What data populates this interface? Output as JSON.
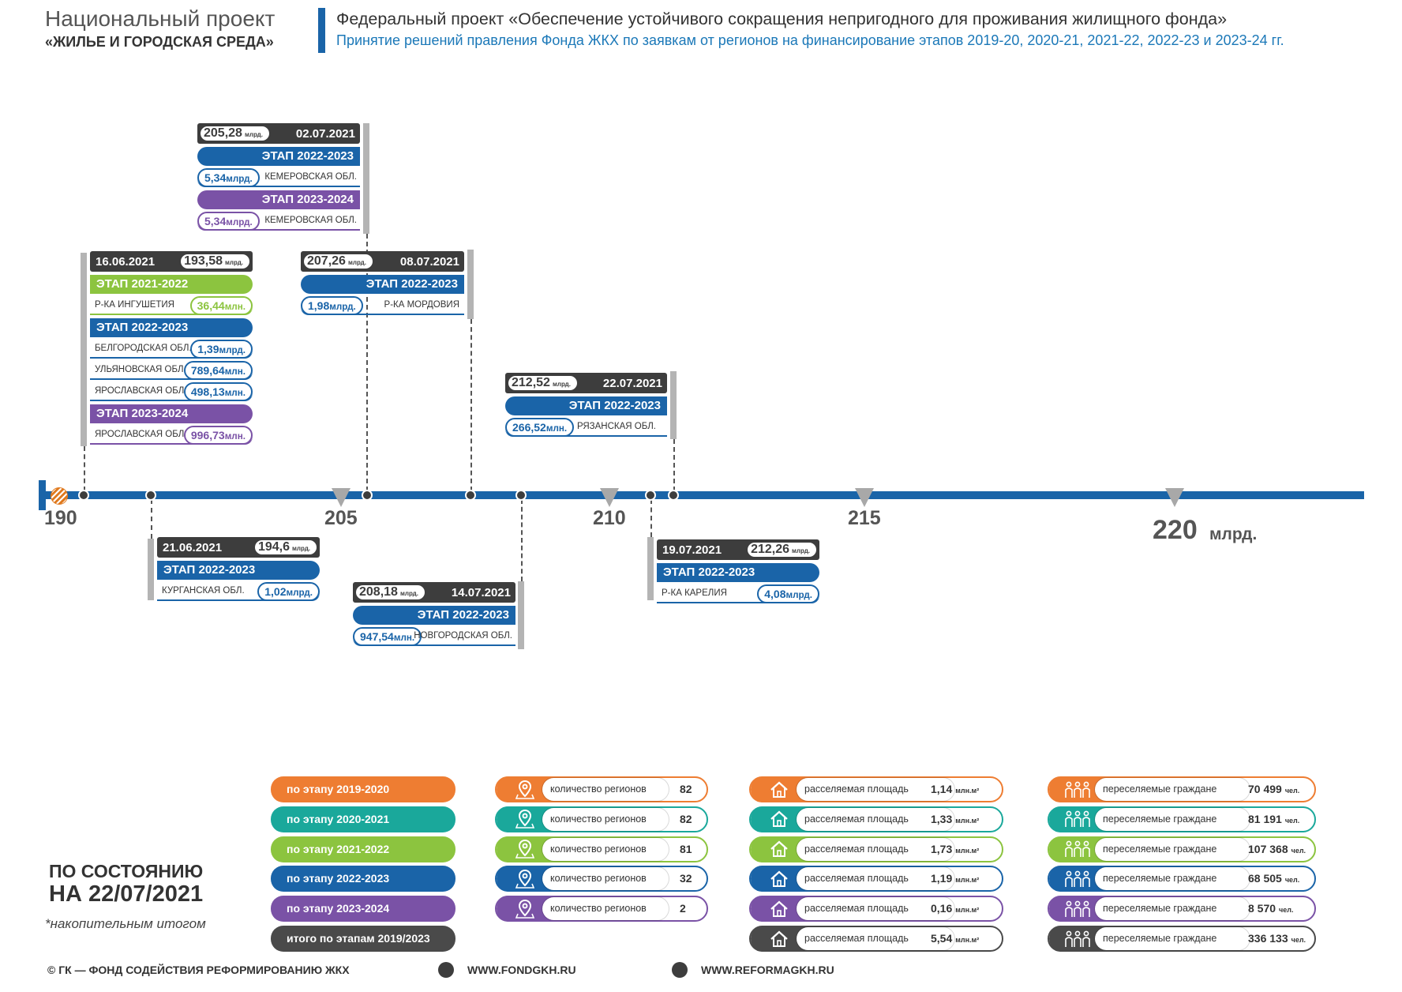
{
  "header": {
    "national": "Национальный проект",
    "national_sub": "«ЖИЛЬЕ И ГОРОДСКАЯ СРЕДА»",
    "federal": "Федеральный проект «Обеспечение устойчивого сокращения  непригодного для проживания жилищного фонда»",
    "decision": "Принятие  решений правления Фонда ЖКХ по заявкам  от регионов на финансирование этапов 2019-20, 2020-21, 2021-22, 2022-23 и 2023-24 гг."
  },
  "axis": {
    "labels": [
      "190",
      "205",
      "210",
      "215",
      "220"
    ],
    "unit": "млрд."
  },
  "events": {
    "e1": {
      "date": "16.06.2021",
      "amount": "193,58",
      "amount_unit": "млрд.",
      "stage1": "ЭТАП 2021-2022",
      "r1": "Р-КА ИНГУШЕТИЯ",
      "v1": "36,44",
      "u1": "млн.",
      "stage2": "ЭТАП 2022-2023",
      "r2": "БЕЛГОРОДСКАЯ ОБЛ.",
      "v2": "1,39",
      "u2": "млрд.",
      "r3": "УЛЬЯНОВСКАЯ ОБЛ.",
      "v3": "789,64",
      "u3": "млн.",
      "r4": "ЯРОСЛАВСКАЯ ОБЛ.",
      "v4": "498,13",
      "u4": "млн.",
      "stage3": "ЭТАП 2023-2024",
      "r5": "ЯРОСЛАВСКАЯ ОБЛ.",
      "v5": "996,73",
      "u5": "млн."
    },
    "e2": {
      "date": "21.06.2021",
      "amount": "194,6",
      "amount_unit": "млрд.",
      "stage1": "ЭТАП 2022-2023",
      "r1": "КУРГАНСКАЯ ОБЛ.",
      "v1": "1,02",
      "u1": "млрд."
    },
    "e3": {
      "date": "02.07.2021",
      "amount": "205,28",
      "amount_unit": "млрд.",
      "stage1": "ЭТАП 2022-2023",
      "r1": "КЕМЕРОВСКАЯ ОБЛ.",
      "v1": "5,34",
      "u1": "млрд.",
      "stage2": "ЭТАП 2023-2024",
      "r2": "КЕМЕРОВСКАЯ ОБЛ.",
      "v2": "5,34",
      "u2": "млрд."
    },
    "e4": {
      "date": "08.07.2021",
      "amount": "207,26",
      "amount_unit": "млрд.",
      "stage1": "ЭТАП 2022-2023",
      "r1": "Р-КА МОРДОВИЯ",
      "v1": "1,98",
      "u1": "млрд."
    },
    "e5": {
      "date": "14.07.2021",
      "amount": "208,18",
      "amount_unit": "млрд.",
      "stage1": "ЭТАП 2022-2023",
      "r1": "НОВГОРОДСКАЯ ОБЛ.",
      "v1": "947,54",
      "u1": "млн."
    },
    "e6": {
      "date": "19.07.2021",
      "amount": "212,26",
      "amount_unit": "млрд.",
      "stage1": "ЭТАП 2022-2023",
      "r1": "Р-КА КАРЕЛИЯ",
      "v1": "4,08",
      "u1": "млрд."
    },
    "e7": {
      "date": "22.07.2021",
      "amount": "212,52",
      "amount_unit": "млрд.",
      "stage1": "ЭТАП 2022-2023",
      "r1": "РЯЗАНСКАЯ ОБЛ.",
      "v1": "266,52",
      "u1": "млн."
    }
  },
  "summary": {
    "status_line1": "ПО СОСТОЯНИЮ",
    "status_line2": "НА 22/07/2021",
    "cumulative_note": "*накопительным итогом",
    "colors": [
      "#ee7d32",
      "#1aa89b",
      "#8cc43f",
      "#1a64a8",
      "#7a52a6",
      "#4a4a4a"
    ],
    "stages": [
      "по этапу 2019-2020",
      "по этапу 2020-2021",
      "по этапу 2021-2022",
      "по этапу 2022-2023",
      "по этапу 2023-2024",
      "итого по этапам 2019/2023"
    ],
    "regions_label": "количество регионов",
    "regions": [
      "82",
      "82",
      "81",
      "32",
      "2"
    ],
    "area_label": "расселяемая площадь",
    "area_unit": "млн.м²",
    "area": [
      "1,14",
      "1,33",
      "1,73",
      "1,19",
      "0,16",
      "5,54"
    ],
    "citizens_label": "переселяемые граждане",
    "citizens_unit": "чел.",
    "citizens": [
      "70 499",
      "81 191",
      "107 368",
      "68 505",
      "8 570",
      "336 133"
    ]
  },
  "footer": {
    "copyright": "© ГК — ФОНД СОДЕЙСТВИЯ РЕФОРМИРОВАНИЮ ЖКХ",
    "site1": "WWW.FONDGKH.RU",
    "site2": "WWW.REFORMAGKH.RU"
  }
}
